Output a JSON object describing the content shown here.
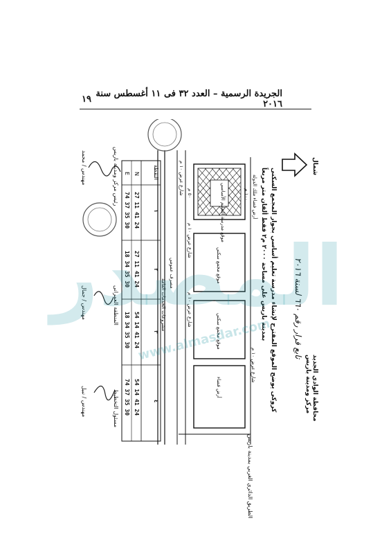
{
  "header": {
    "publication": "الجريدة الرسمية – العدد ٣٢ فى ١١ أغسطس سنة ٢٠١٦",
    "page_number": "١٩"
  },
  "doc": {
    "governorate_title": "محافظة الوادي الجديد",
    "district_title": "مركز ومدينة باريس",
    "plan_title": "كروكى يوضح الموقع المقترح لإنشاء مدرسة تعليم أساسي بجوار المجمع السكنى",
    "plan_title_2": "بمدينة باريس على مساحة ٢٠٠٠ م٢ فقط ألفان متر مربعاً",
    "handwritten_note": "تابع قرار رقم ٦٦٠ لسنة ٢٠١٦",
    "north_label": "شمال",
    "top_land": "أرض فضاء ملك الدولة",
    "dims_top": "١٠٠ م",
    "dims_side": "٥٠ م",
    "school_label": "موقع مدرسة التعليم الأساسي",
    "block_label_1": "موقع مجمع سكني",
    "block_label_2": "موقع مجمع سكني",
    "block_label_3": "أرض فضاء",
    "street_1": "شارع عرض ١٠ م",
    "street_2": "شارع عرض ١٠ م",
    "street_3": "شارع عرض ١٠ م",
    "street_4": "شارع عرض ١٠ م",
    "main_road": "الطريق الدائري الغربي بمدينة باريس",
    "canal": "مصرف عمومي",
    "service_strip": "مشروعات الخدمات العامة",
    "legend_pt": "النقطة",
    "legend_n": "N",
    "legend_e": "E",
    "points": [
      {
        "id": "١",
        "n": "24 41 11 27",
        "e": "30 35 37 74"
      },
      {
        "id": "٢",
        "n": "24 41 11 27",
        "e": "30 35 34 18"
      },
      {
        "id": "٣",
        "n": "24 41 14 54",
        "e": "30 35 34 18"
      },
      {
        "id": "٤",
        "n": "24 41 14 54",
        "e": "30 35 37 74"
      }
    ],
    "sig_1_role": "مسئول التخطيط",
    "sig_1_name": "مهندس / نبيل",
    "sig_2_role": "المنطقة العمرانى",
    "sig_2_name": "مهندس / جمال",
    "sig_3_role": "رئيس مركز ومدينة باريس",
    "sig_3_name": "مهندس / محمد"
  },
  "watermark": {
    "brand": "المصدر",
    "url": "www.almasdar.com"
  }
}
